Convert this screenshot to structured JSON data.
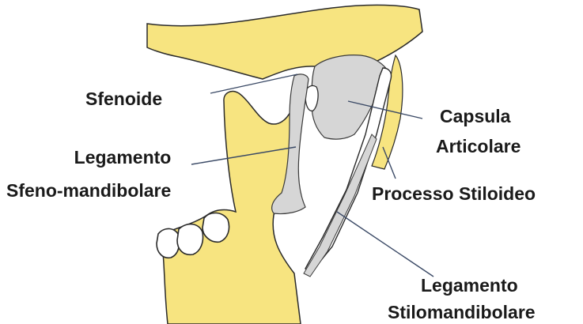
{
  "labels": {
    "sfenoide": "Sfenoide",
    "legamento_sfeno_line1": "Legamento",
    "legamento_sfeno_line2": "Sfeno-mandibolare",
    "capsula_line1": "Capsula",
    "capsula_line2": "Articolare",
    "processo": "Processo Stiloideo",
    "legamento_stilo_line1": "Legamento",
    "legamento_stilo_line2": "Stilomandibolare"
  },
  "colors": {
    "bone": "#f7e480",
    "bone_outline": "#2a2a2a",
    "ligament": "#d6d6d6",
    "leader_line": "#3b4a66",
    "text": "#1a1a1a"
  }
}
